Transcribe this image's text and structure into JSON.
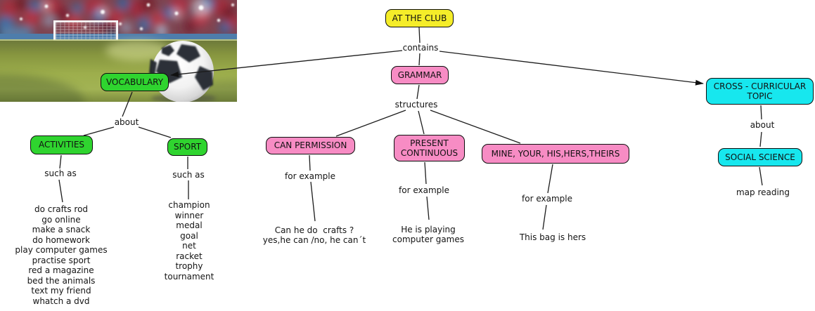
{
  "colors": {
    "yellow": "#F5ED29",
    "pink": "#F78CC4",
    "green": "#2FD42F",
    "cyan": "#17E7EE"
  },
  "nodes": {
    "at_the_club": {
      "label": "AT THE CLUB"
    },
    "vocabulary": {
      "label": "VOCABULARY"
    },
    "grammar": {
      "label": "GRAMMAR"
    },
    "cross_curricular": {
      "label": "CROSS - CURRICULAR TOPIC"
    },
    "social_science": {
      "label": "SOCIAL SCIENCE"
    },
    "activities": {
      "label": "ACTIVITIES"
    },
    "sport": {
      "label": "SPORT"
    },
    "can_permission": {
      "label": "CAN PERMISSION"
    },
    "present_continuous": {
      "label": "PRESENT CONTINUOUS"
    },
    "possessives": {
      "label": "MINE, YOUR, HIS,HERS,THEIRS"
    }
  },
  "labels": {
    "contains": "contains",
    "about_left": "about",
    "about_right": "about",
    "structures": "structures",
    "such_as_left": "such as",
    "such_as_right": "such as",
    "for_example_left": "for example",
    "for_example_mid": "for example",
    "for_example_right": "for example",
    "map_reading": "map reading"
  },
  "lists": {
    "activities": [
      "do crafts rod",
      "go online",
      "make a snack",
      "do homework",
      "play computer games",
      "practise sport",
      "red a magazine",
      "bed the animals",
      "text my friend",
      "whatch a dvd"
    ],
    "sport": [
      "champion",
      "winner",
      "medal",
      "goal",
      "net",
      "racket",
      "trophy",
      "tournament"
    ]
  },
  "examples": {
    "can": "Can he do  crafts ?\nyes,he can /no, he can´t",
    "present": "He is playing\ncomputer games",
    "possessive": "This bag is hers"
  }
}
